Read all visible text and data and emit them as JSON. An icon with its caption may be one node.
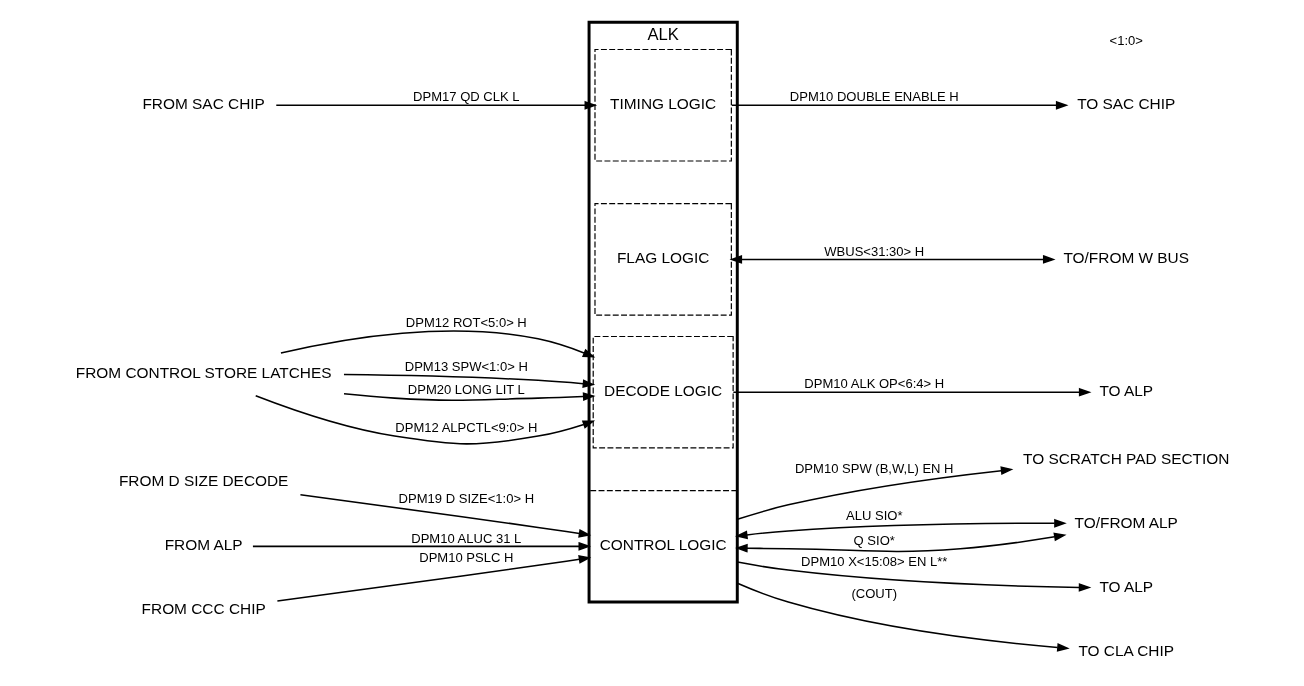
{
  "diagram": {
    "nodes": [
      {
        "text": [
          "ALK"
        ]
      },
      {
        "text": [
          "DECODE LOGIC"
        ],
        "in": 0
      },
      {
        "text": [
          "CONTROL LOGIC"
        ],
        "in": 0
      },
      {
        "text": [
          "FLAG LOGIC"
        ],
        "in": 0
      },
      {
        "text": [
          "TIMING LOGIC"
        ],
        "in": 0
      },
      {
        "text": [
          "FROM CONTROL STORE LATCHES"
        ]
      },
      {
        "text": [
          "FROM ALP"
        ]
      },
      {
        "text": [
          "FROM CCC CHIP"
        ]
      },
      {
        "text": [
          "FROM D SIZE DECODE"
        ]
      },
      {
        "text": [
          "FROM SAC CHIP"
        ]
      },
      {
        "text": [
          "TO ALP"
        ]
      },
      {
        "text": [
          "TO/FROM ALP"
        ]
      },
      {
        "text": [
          "TO ALP"
        ]
      },
      {
        "text": [
          "TO CLA CHIP"
        ]
      },
      {
        "text": [
          "TO SCRATCH PAD SECTION"
        ]
      },
      {
        "text": [
          "TO/FROM W BUS"
        ]
      },
      {
        "text": [
          "TO SAC CHIP"
        ]
      }
    ],
    "edges": [
      {
        "from": 5,
        "to": 1,
        "arrow": "to",
        "label": "DPM12 ALPCTL<9:0> H"
      },
      {
        "from": 5,
        "to": 1,
        "arrow": "to",
        "label": "DPM12 ROT<5:0> H"
      },
      {
        "from": 5,
        "to": 1,
        "arrow": "to",
        "label": "DPM13 SPW<1:0> H"
      },
      {
        "from": 5,
        "to": 1,
        "arrow": "to",
        "label": "DPM20 LONG LIT L"
      },
      {
        "from": 6,
        "to": 2,
        "arrow": "to",
        "label": "DPM10 ALUC 31 L"
      },
      {
        "from": 7,
        "to": 2,
        "arrow": "to",
        "label": "DPM10 PSLC H"
      },
      {
        "from": 8,
        "to": 2,
        "arrow": "to",
        "label": "DPM19 D SIZE<1:0> H"
      },
      {
        "from": 9,
        "to": 4,
        "arrow": "to",
        "label": "DPM17 QD CLK L"
      },
      {
        "from": 1,
        "to": 10,
        "arrow": "to",
        "label": "DPM10 ALK OP<6:4> H"
      },
      {
        "from": 2,
        "to": 11,
        "arrow": "both",
        "label": "ALU SIO*"
      },
      {
        "from": 2,
        "to": 11,
        "arrow": "both",
        "label": "Q SIO*"
      },
      {
        "from": 2,
        "to": 12,
        "arrow": "to",
        "label": "DPM10 X<15:08> EN L**"
      },
      {
        "from": 2,
        "to": 13,
        "arrow": "to",
        "label": "(COUT)"
      },
      {
        "from": 2,
        "to": 14,
        "arrow": "to",
        "label": "DPM10 SPW (B,W,L) EN H"
      },
      {
        "from": 3,
        "to": 15,
        "arrow": "both",
        "label": "WBUS<31:30> H"
      },
      {
        "from": 4,
        "to": 16,
        "arrow": "to",
        "label": "DPM10 DOUBLE ENABLE H"
      }
    ],
    "labels": [
      "<1:0>"
    ]
  }
}
